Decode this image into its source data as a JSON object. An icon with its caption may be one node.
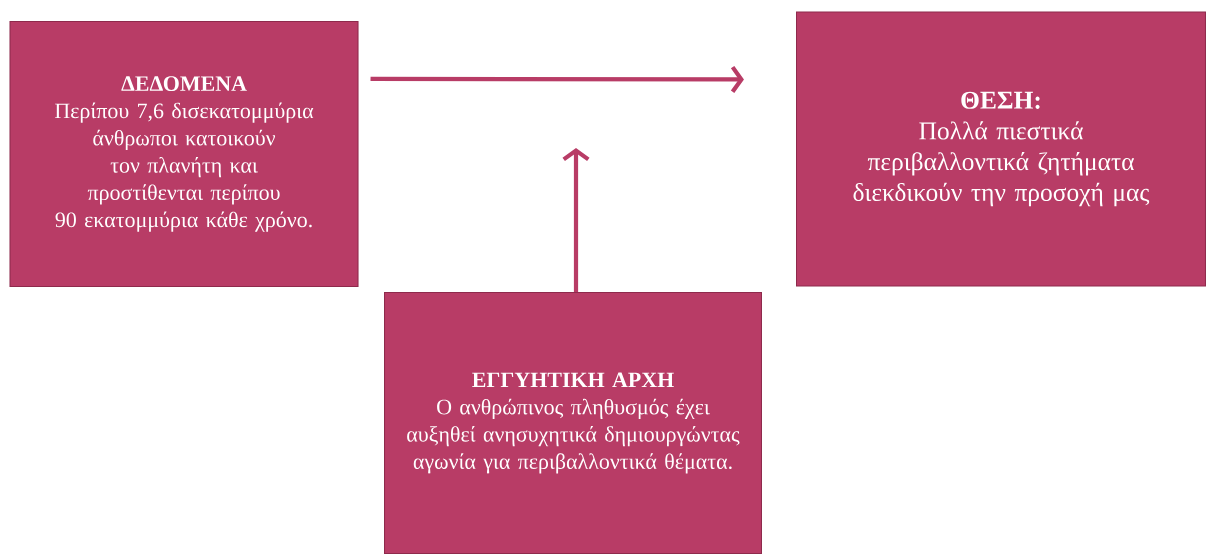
{
  "diagram": {
    "nodes": [
      {
        "text": [
          "ΔΕΔΟΜΕΝΑ",
          "Περίπου 7,6 δισεκατομμύρια άνθρωποι κατοικούν τον πλανήτη και προστίθενται περίπου 90 εκατομμύρια κάθε χρόνο."
        ]
      },
      {
        "text": [
          "ΘΕΣΗ:",
          "Πολλά πιεστικά περιβαλλοντικά ζητήματα διεκδικούν την προσοχή μας"
        ]
      },
      {
        "text": [
          "ΕΓΓΥΗΤΙΚΗ ΑΡΧΗ",
          "Ο ανθρώπινος πληθυσμός έχει αυξηθεί ανησυχητικά δημιουργώντας αγωνία για περιβαλλοντικά θέματα."
        ]
      }
    ],
    "edges": [
      {
        "from": 0,
        "to": 1,
        "arrow": "to"
      },
      {
        "from": 2,
        "to": null,
        "arrow": "to"
      }
    ]
  }
}
